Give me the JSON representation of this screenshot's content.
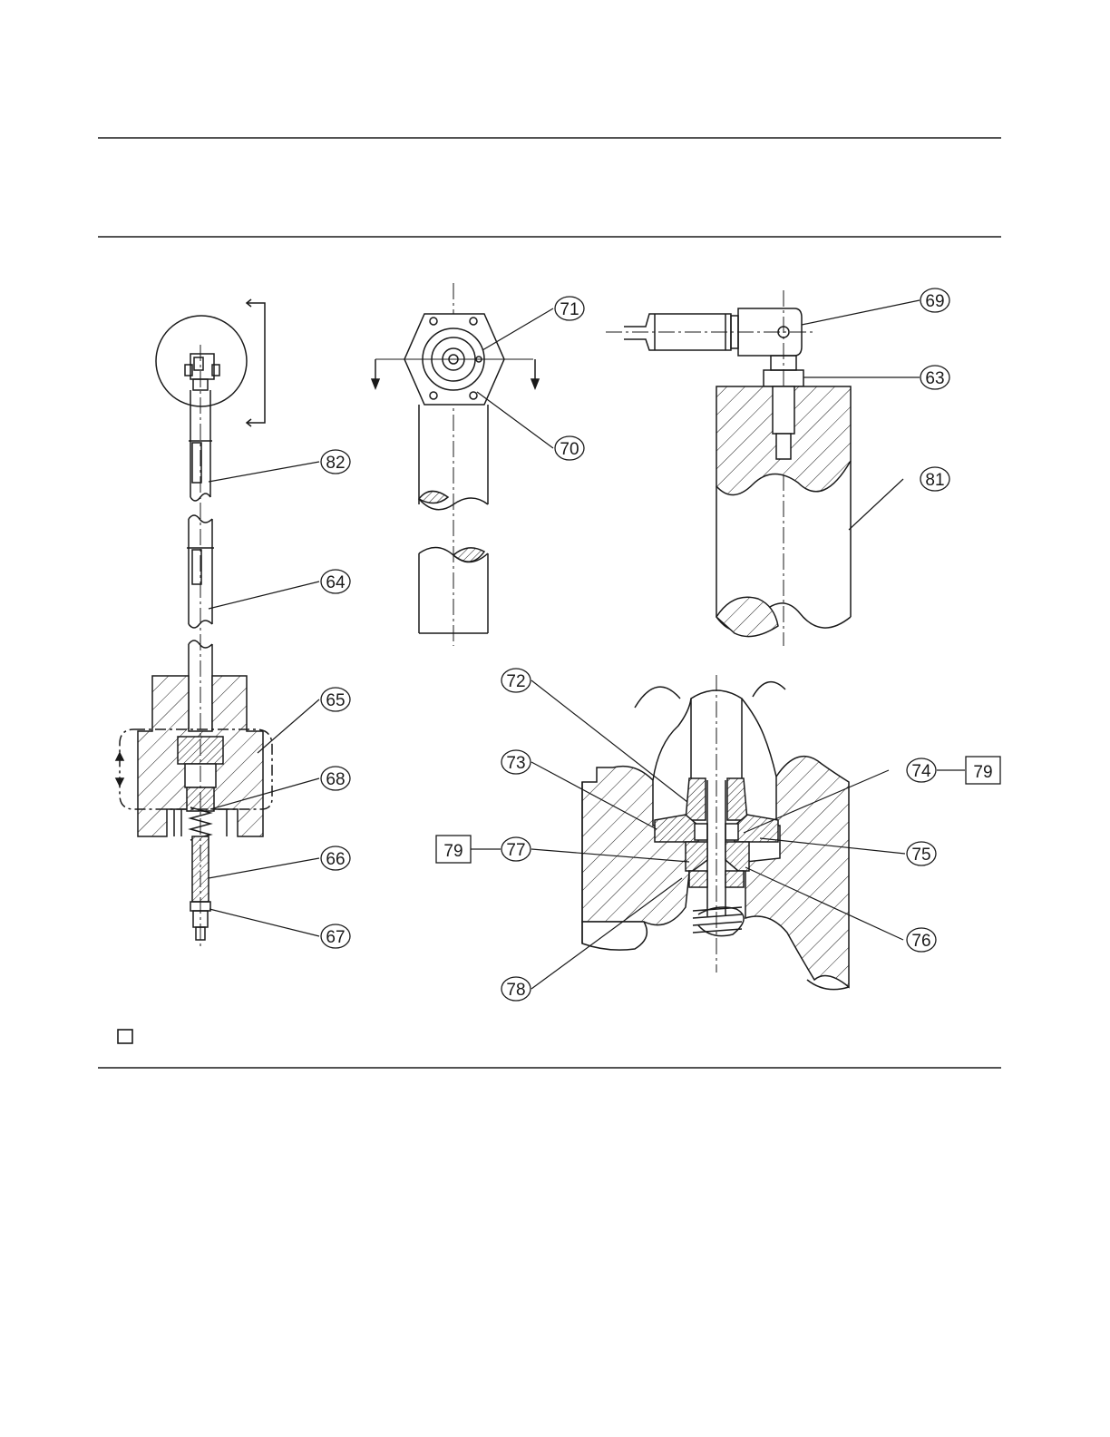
{
  "callouts": {
    "c82": "82",
    "c64": "64",
    "c65": "65",
    "c68": "68",
    "c66": "66",
    "c67": "67",
    "c71": "71",
    "c70": "70",
    "c69": "69",
    "c63": "63",
    "c81": "81",
    "c72": "72",
    "c73": "73",
    "c74": "74",
    "c75": "75",
    "c76": "76",
    "c77": "77",
    "c78": "78"
  },
  "boxed": {
    "right": "79",
    "left": "79"
  },
  "colors": {
    "ink": "#1a1a1a",
    "paper": "#ffffff"
  }
}
